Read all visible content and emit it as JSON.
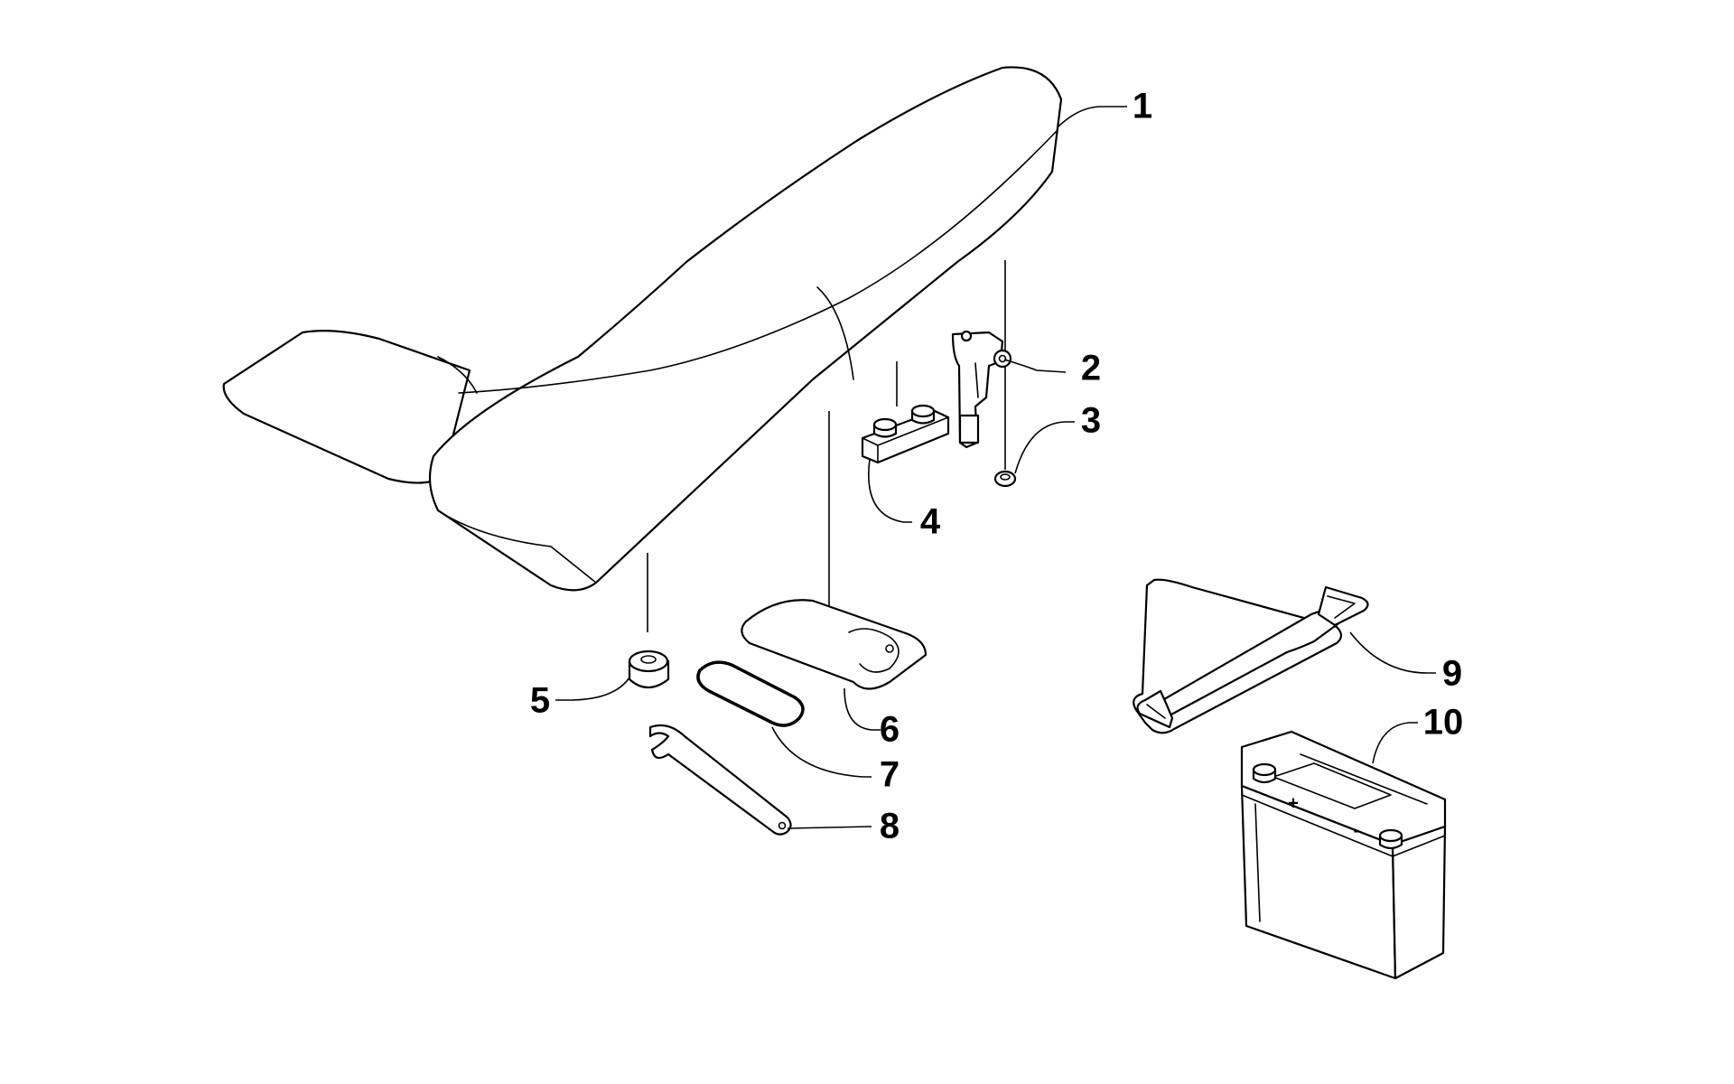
{
  "diagram": {
    "callouts": [
      {
        "number": "1",
        "part": "seat"
      },
      {
        "number": "2",
        "part": "seat latch"
      },
      {
        "number": "3",
        "part": "nut"
      },
      {
        "number": "4",
        "part": "rubber bumper block"
      },
      {
        "number": "5",
        "part": "rubber grommet"
      },
      {
        "number": "6",
        "part": "tool pouch"
      },
      {
        "number": "7",
        "part": "elastic band"
      },
      {
        "number": "8",
        "part": "spanner wrench"
      },
      {
        "number": "9",
        "part": "battery strap"
      },
      {
        "number": "10",
        "part": "battery"
      }
    ],
    "battery_terminals": {
      "positive": "+",
      "negative": "-"
    }
  }
}
